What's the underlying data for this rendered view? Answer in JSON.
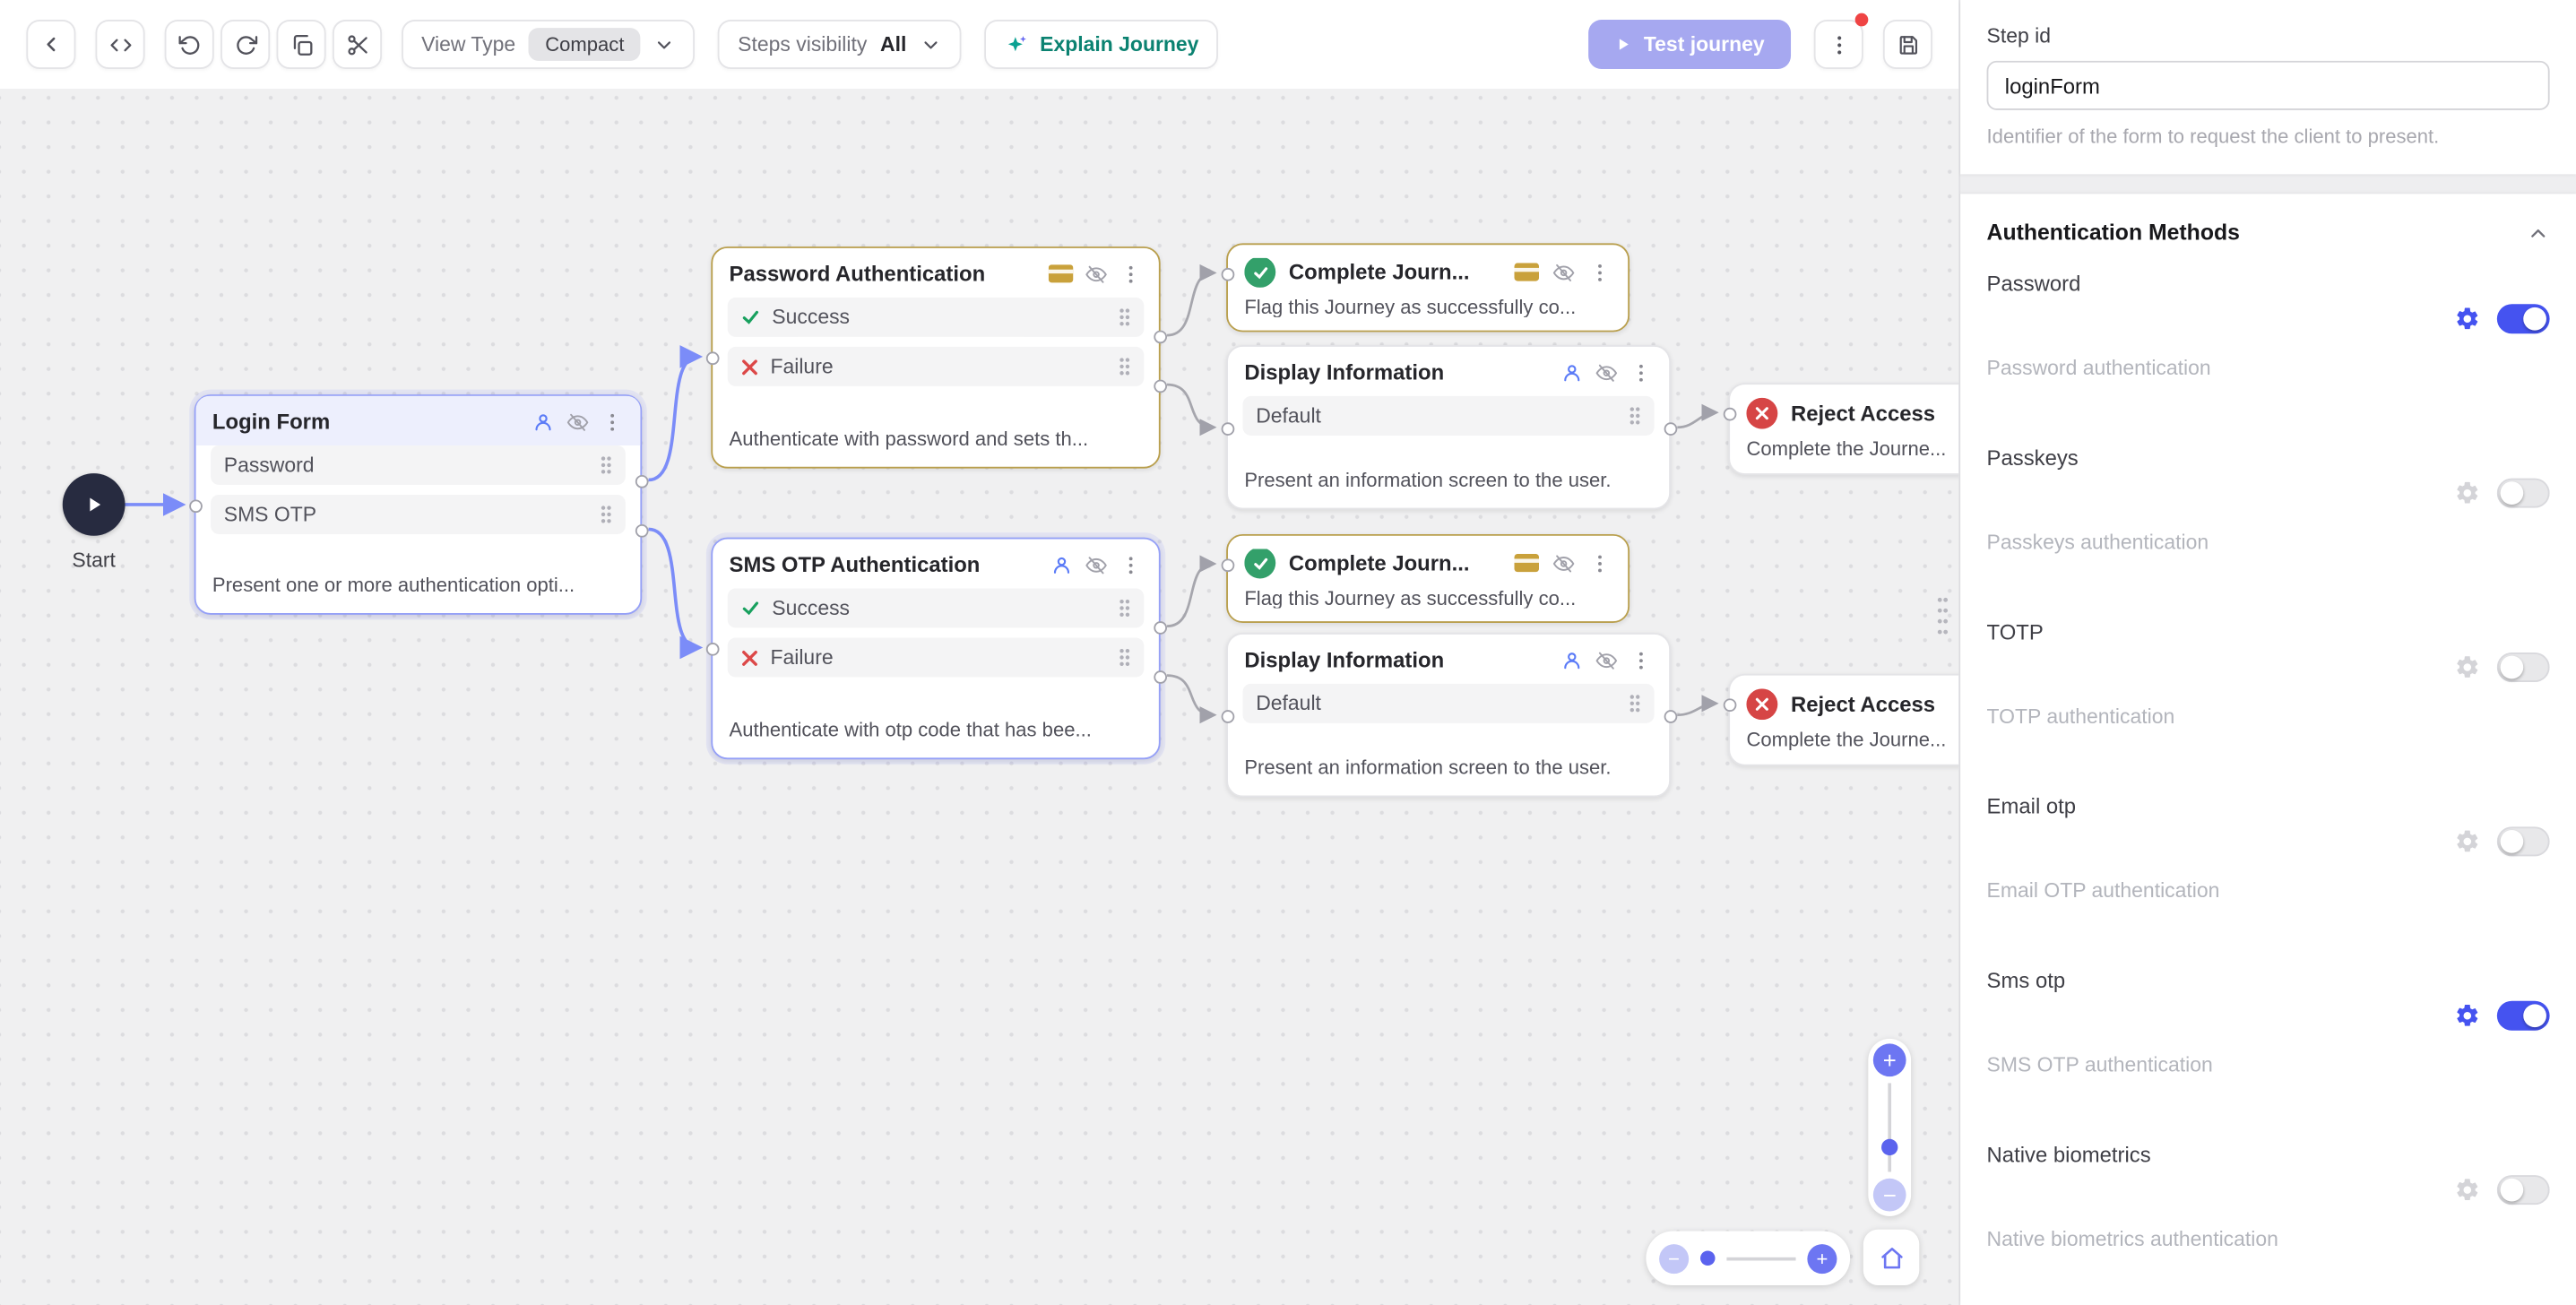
{
  "toolbar": {
    "view_type": {
      "label": "View Type",
      "value": "Compact"
    },
    "steps_visibility": {
      "label": "Steps visibility",
      "value": "All"
    },
    "explain_journey": "Explain Journey",
    "test_journey": "Test journey"
  },
  "canvas": {
    "start_label": "Start",
    "nodes": {
      "login_form": {
        "title": "Login Form",
        "rows": [
          "Password",
          "SMS OTP"
        ],
        "description": "Present one or more authentication opti..."
      },
      "password_auth": {
        "title": "Password Authentication",
        "rows": [
          "Success",
          "Failure"
        ],
        "description": "Authenticate with password and sets th..."
      },
      "sms_otp_auth": {
        "title": "SMS OTP Authentication",
        "rows": [
          "Success",
          "Failure"
        ],
        "description": "Authenticate with otp code that has bee..."
      },
      "complete_top": {
        "title": "Complete Journ...",
        "description": "Flag this Journey as successfully co..."
      },
      "complete_bottom": {
        "title": "Complete Journ...",
        "description": "Flag this Journey as successfully co..."
      },
      "display_top": {
        "title": "Display Information",
        "row": "Default",
        "description": "Present an information screen to the user."
      },
      "display_bottom": {
        "title": "Display Information",
        "row": "Default",
        "description": "Present an information screen to the user."
      },
      "reject_top": {
        "title": "Reject Access",
        "description": "Complete the Journe..."
      },
      "reject_bottom": {
        "title": "Reject Access",
        "description": "Complete the Journe..."
      }
    },
    "zoom": {
      "plus": "+",
      "minus": "−"
    }
  },
  "panel": {
    "step_id": {
      "label": "Step id",
      "value": "loginForm",
      "help": "Identifier of the form to request the client to present."
    },
    "section_title": "Authentication Methods",
    "methods": [
      {
        "name": "Password",
        "subtitle": "Password authentication",
        "enabled": true
      },
      {
        "name": "Passkeys",
        "subtitle": "Passkeys authentication",
        "enabled": false
      },
      {
        "name": "TOTP",
        "subtitle": "TOTP authentication",
        "enabled": false
      },
      {
        "name": "Email otp",
        "subtitle": "Email OTP authentication",
        "enabled": false
      },
      {
        "name": "Sms otp",
        "subtitle": "SMS OTP authentication",
        "enabled": true
      },
      {
        "name": "Native biometrics",
        "subtitle": "Native biometrics authentication",
        "enabled": false
      }
    ]
  },
  "colors": {
    "accent": "#4553f0",
    "selection": "#95a0f7",
    "success": "#33a06a",
    "danger": "#d64545",
    "warning": "#c9a13b",
    "teal": "#0b8271",
    "test_button": "#a6a8f0"
  }
}
